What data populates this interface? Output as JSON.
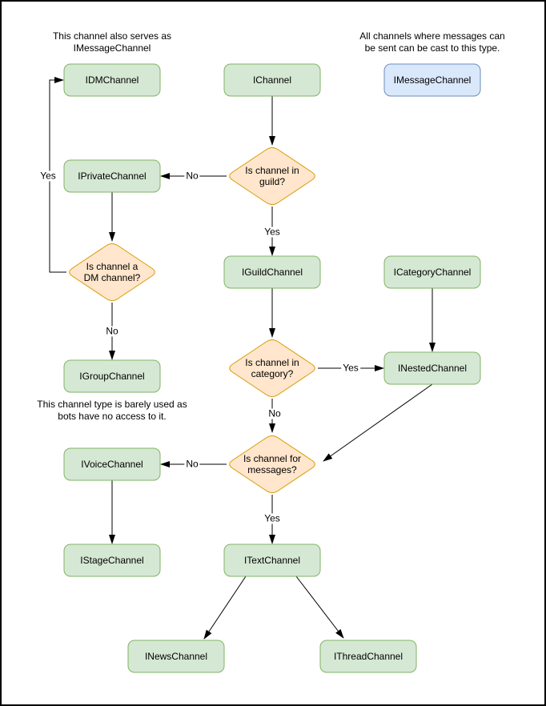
{
  "colors": {
    "background": "#ffffff",
    "frame": "#000000",
    "node_green_fill": "#d5e8d4",
    "node_green_stroke": "#82b366",
    "node_blue_fill": "#dae8fc",
    "node_blue_stroke": "#6c8ebf",
    "decision_fill": "#ffe6cc",
    "decision_stroke": "#d79b00",
    "edge": "#000000",
    "text": "#000000"
  },
  "diagram": {
    "notes": [
      {
        "id": "note-dm-serves",
        "text": "This channel also serves as\nIMessageChannel"
      },
      {
        "id": "note-message-cast",
        "text": "All channels where messages can\nbe sent can be cast to this type."
      },
      {
        "id": "note-group-barely-used",
        "text": "This channel type is barely used as\nbots have no access to it."
      }
    ],
    "nodes": [
      {
        "id": "idmchannel",
        "label": "IDMChannel",
        "kind": "interface-green"
      },
      {
        "id": "ichannel",
        "label": "IChannel",
        "kind": "interface-green"
      },
      {
        "id": "imessagechannel",
        "label": "IMessageChannel",
        "kind": "interface-blue"
      },
      {
        "id": "iprivatechannel",
        "label": "IPrivateChannel",
        "kind": "interface-green"
      },
      {
        "id": "q-in-guild",
        "label": "Is channel in\nguild?",
        "kind": "decision"
      },
      {
        "id": "q-is-dm",
        "label": "Is channel a\nDM channel?",
        "kind": "decision"
      },
      {
        "id": "iguildchannel",
        "label": "IGuildChannel",
        "kind": "interface-green"
      },
      {
        "id": "icategorychannel",
        "label": "ICategoryChannel",
        "kind": "interface-green"
      },
      {
        "id": "igroupchannel",
        "label": "IGroupChannel",
        "kind": "interface-green"
      },
      {
        "id": "q-in-category",
        "label": "Is channel in\ncategory?",
        "kind": "decision"
      },
      {
        "id": "inestedchannel",
        "label": "INestedChannel",
        "kind": "interface-green"
      },
      {
        "id": "q-for-messages",
        "label": "Is channel for\nmessages?",
        "kind": "decision"
      },
      {
        "id": "ivoicechannel",
        "label": "IVoiceChannel",
        "kind": "interface-green"
      },
      {
        "id": "istagechannel",
        "label": "IStageChannel",
        "kind": "interface-green"
      },
      {
        "id": "itextchannel",
        "label": "ITextChannel",
        "kind": "interface-green"
      },
      {
        "id": "inewschannel",
        "label": "INewsChannel",
        "kind": "interface-green"
      },
      {
        "id": "ithreadchannel",
        "label": "IThreadChannel",
        "kind": "interface-green"
      }
    ],
    "edges": [
      {
        "from": "ichannel",
        "to": "q-in-guild",
        "label": ""
      },
      {
        "from": "q-in-guild",
        "to": "iprivatechannel",
        "label": "No"
      },
      {
        "from": "q-in-guild",
        "to": "iguildchannel",
        "label": "Yes"
      },
      {
        "from": "iprivatechannel",
        "to": "q-is-dm",
        "label": ""
      },
      {
        "from": "q-is-dm",
        "to": "idmchannel",
        "label": "Yes"
      },
      {
        "from": "q-is-dm",
        "to": "igroupchannel",
        "label": "No"
      },
      {
        "from": "iguildchannel",
        "to": "q-in-category",
        "label": ""
      },
      {
        "from": "q-in-category",
        "to": "inestedchannel",
        "label": "Yes"
      },
      {
        "from": "q-in-category",
        "to": "q-for-messages",
        "label": "No"
      },
      {
        "from": "icategorychannel",
        "to": "inestedchannel",
        "label": ""
      },
      {
        "from": "inestedchannel",
        "to": "q-for-messages",
        "label": ""
      },
      {
        "from": "q-for-messages",
        "to": "ivoicechannel",
        "label": "No"
      },
      {
        "from": "q-for-messages",
        "to": "itextchannel",
        "label": "Yes"
      },
      {
        "from": "ivoicechannel",
        "to": "istagechannel",
        "label": ""
      },
      {
        "from": "itextchannel",
        "to": "inewschannel",
        "label": ""
      },
      {
        "from": "itextchannel",
        "to": "ithreadchannel",
        "label": ""
      }
    ]
  }
}
